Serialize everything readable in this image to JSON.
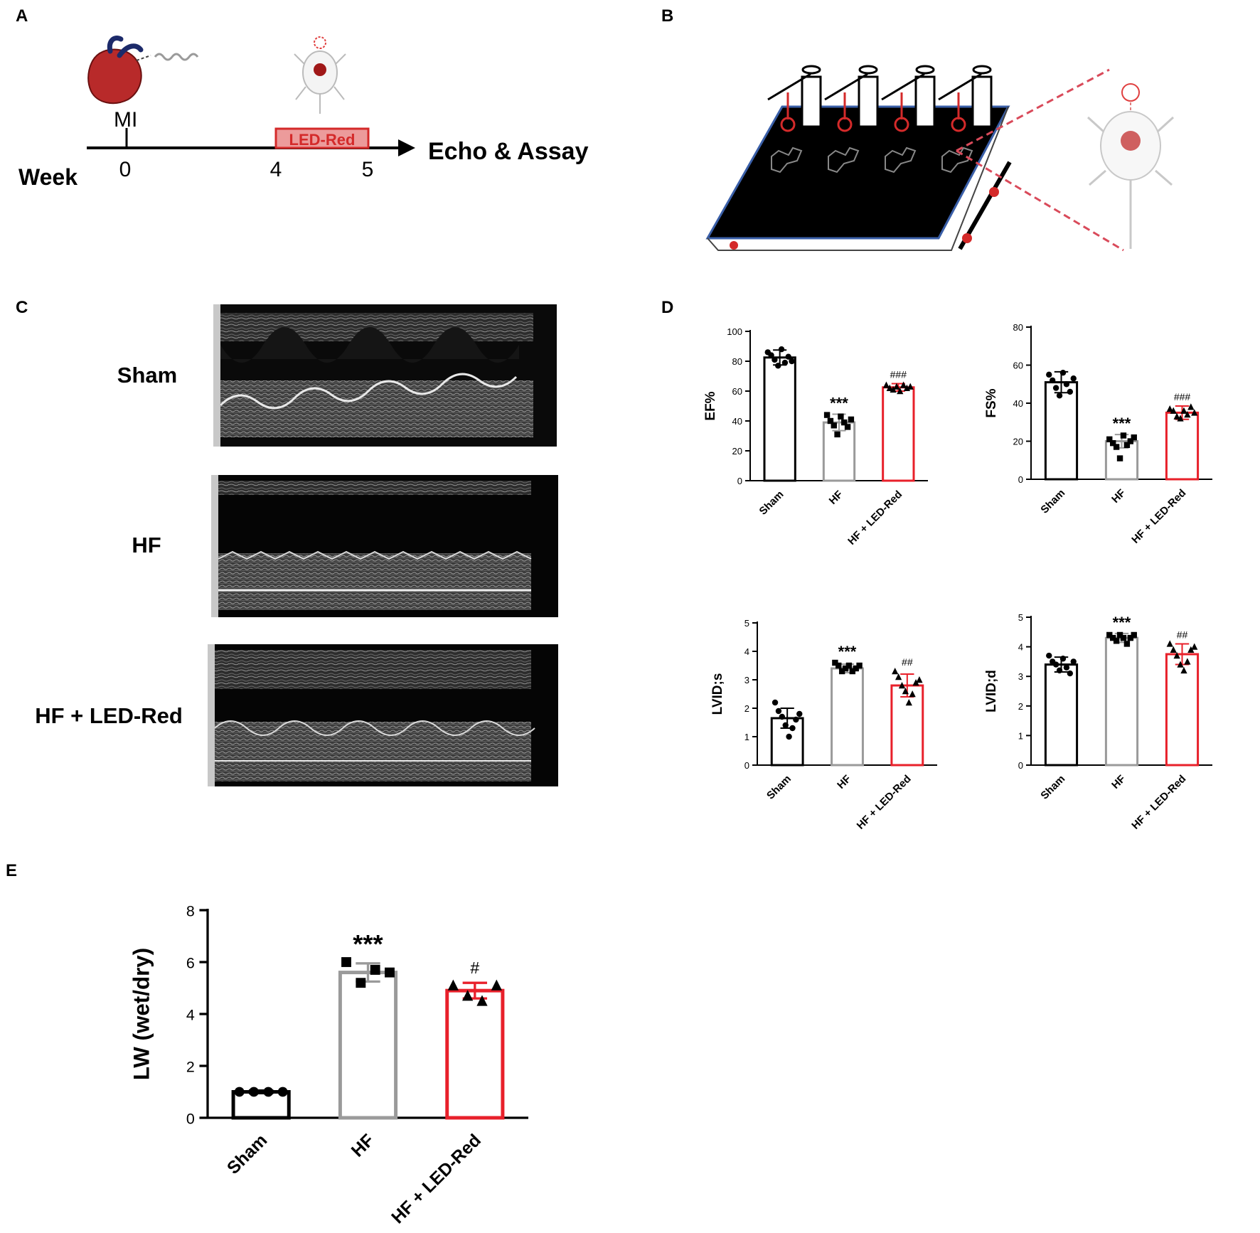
{
  "panels": {
    "A": {
      "letter": "A",
      "mi_label": "MI",
      "week_label": "Week",
      "ticks": [
        "0",
        "4",
        "5"
      ],
      "led_label": "LED-Red",
      "end_label": "Echo & Assay",
      "icons": [
        "heart-icon",
        "mouse-icon",
        "wave-icon"
      ]
    },
    "B": {
      "letter": "B",
      "icons": [
        "light-rack-icon",
        "mouse-irradiation-icon"
      ]
    },
    "C": {
      "letter": "C",
      "rows": [
        "Sham",
        "HF",
        "HF + LED-Red"
      ]
    },
    "D": {
      "letter": "D"
    },
    "E": {
      "letter": "E"
    }
  },
  "colors": {
    "sham": "#000000",
    "hf": "#9a9a9a",
    "led": "#e8202a"
  },
  "chart_data": [
    {
      "id": "ef",
      "type": "bar",
      "panel": "D",
      "categories": [
        "Sham",
        "HF",
        "HF + LED-Red"
      ],
      "ylabel": "EF%",
      "ylim": [
        0,
        100
      ],
      "yticks": [
        0,
        20,
        40,
        60,
        80,
        100
      ],
      "values": [
        82.5,
        39,
        62.5
      ],
      "errors": [
        5,
        5.5,
        2.5
      ],
      "markers": [
        "circle",
        "square",
        "triangle"
      ],
      "points": [
        [
          86,
          84,
          81,
          77,
          88,
          79,
          83,
          80
        ],
        [
          44,
          40,
          37,
          31,
          43,
          39,
          36,
          41
        ],
        [
          64,
          62,
          61,
          63,
          60,
          64,
          62,
          63
        ]
      ],
      "annotations": [
        "",
        "***",
        "###"
      ]
    },
    {
      "id": "fs",
      "type": "bar",
      "panel": "D",
      "categories": [
        "Sham",
        "HF",
        "HF + LED-Red"
      ],
      "ylabel": "FS%",
      "ylim": [
        0,
        80
      ],
      "yticks": [
        0,
        20,
        40,
        60,
        80
      ],
      "values": [
        51,
        20,
        35
      ],
      "errors": [
        5.5,
        3.5,
        3.5
      ],
      "markers": [
        "circle",
        "square",
        "triangle"
      ],
      "points": [
        [
          55,
          52,
          48,
          44,
          56,
          50,
          46,
          53
        ],
        [
          21,
          19,
          17,
          11,
          23,
          18,
          20,
          22
        ],
        [
          37,
          36,
          33,
          32,
          36,
          34,
          38,
          35
        ]
      ],
      "annotations": [
        "",
        "***",
        "###"
      ]
    },
    {
      "id": "lvids",
      "type": "bar",
      "panel": "D",
      "categories": [
        "Sham",
        "HF",
        "HF + LED-Red"
      ],
      "ylabel": "LVID;s",
      "ylim": [
        0,
        5
      ],
      "yticks": [
        0,
        1,
        2,
        3,
        4,
        5
      ],
      "values": [
        1.65,
        3.4,
        2.8
      ],
      "errors": [
        0.35,
        0.15,
        0.4
      ],
      "markers": [
        "circle",
        "square",
        "triangle"
      ],
      "points": [
        [
          2.2,
          1.9,
          1.7,
          1.4,
          1.0,
          1.3,
          1.6,
          1.8
        ],
        [
          3.6,
          3.5,
          3.3,
          3.4,
          3.5,
          3.3,
          3.4,
          3.5
        ],
        [
          3.3,
          3.1,
          2.8,
          2.6,
          2.2,
          2.5,
          2.9,
          3.0
        ]
      ],
      "annotations": [
        "",
        "***",
        "##"
      ]
    },
    {
      "id": "lvidd",
      "type": "bar",
      "panel": "D",
      "categories": [
        "Sham",
        "HF",
        "HF + LED-Red"
      ],
      "ylabel": "LVID;d",
      "ylim": [
        0,
        5
      ],
      "yticks": [
        0,
        1,
        2,
        3,
        4,
        5
      ],
      "values": [
        3.4,
        4.3,
        3.75
      ],
      "errors": [
        0.25,
        0.15,
        0.35
      ],
      "markers": [
        "circle",
        "square",
        "triangle"
      ],
      "points": [
        [
          3.7,
          3.5,
          3.4,
          3.2,
          3.6,
          3.3,
          3.1,
          3.5
        ],
        [
          4.4,
          4.3,
          4.2,
          4.4,
          4.3,
          4.1,
          4.3,
          4.4
        ],
        [
          4.1,
          3.9,
          3.7,
          3.4,
          3.2,
          3.5,
          3.9,
          4.0
        ]
      ],
      "annotations": [
        "",
        "***",
        "##"
      ]
    },
    {
      "id": "lw",
      "type": "bar",
      "panel": "E",
      "categories": [
        "Sham",
        "HF",
        "HF + LED-Red"
      ],
      "ylabel": "LW (wet/dry)",
      "ylim": [
        0,
        8
      ],
      "yticks": [
        0,
        2,
        4,
        6,
        8
      ],
      "values": [
        1.0,
        5.6,
        4.9
      ],
      "errors": [
        0.05,
        0.35,
        0.3
      ],
      "markers": [
        "circle",
        "square",
        "triangle"
      ],
      "points": [
        [
          1.0,
          1.0,
          1.0,
          1.0
        ],
        [
          6.0,
          5.2,
          5.7,
          5.6
        ],
        [
          5.1,
          4.7,
          4.5,
          5.1
        ]
      ],
      "annotations": [
        "",
        "***",
        "#"
      ]
    }
  ]
}
